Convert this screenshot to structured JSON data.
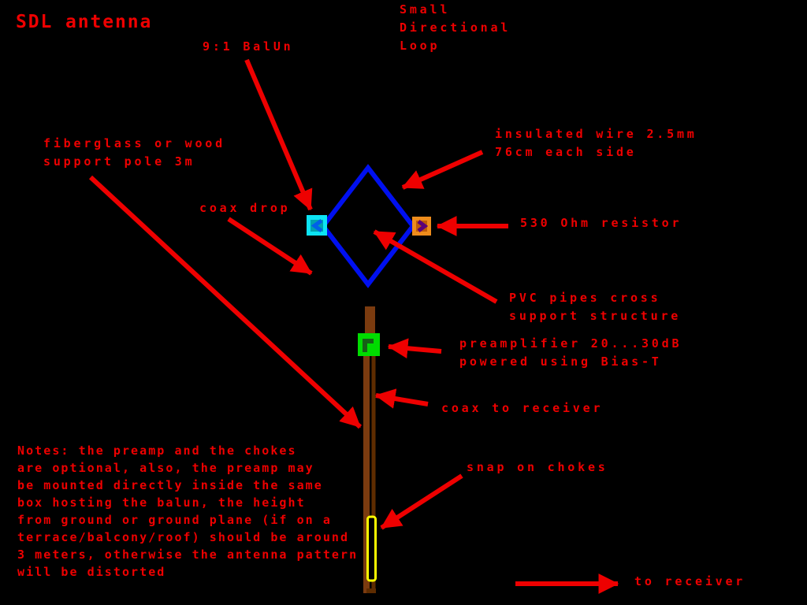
{
  "title": "SDL antenna",
  "subtitle": "Small\nDirectional\nLoop",
  "labels": {
    "balun": "9:1 BalUn",
    "support_pole": "fiberglass or wood\nsupport pole 3m",
    "coax_drop": "coax drop",
    "wire": "insulated wire 2.5mm\n76cm each side",
    "resistor": "530 Ohm resistor",
    "pvc": "PVC pipes cross\nsupport structure",
    "preamp": "preamplifier 20...30dB\npowered using Bias-T",
    "coax_receiver": "coax to receiver",
    "chokes": "snap on chokes",
    "to_receiver": "to receiver"
  },
  "notes": "Notes: the preamp and the chokes\nare optional, also, the preamp may\nbe mounted directly inside the same\nbox hosting the balun, the height\nfrom ground or ground plane (if on a\nterrace/balcony/roof) should be around\n3 meters, otherwise the antenna pattern\nwill be distorted",
  "colors": {
    "background": "#000000",
    "red": "#ee0000",
    "loop_blue": "#0010f0",
    "balun_cyan": "#0ce4f4",
    "balun_teal": "#00a2ae",
    "balun_chevron": "#0060e8",
    "resistor_orange": "#ee8c1c",
    "resistor_inner": "#c05c08",
    "resistor_chevron": "#5c0078",
    "preamp_green": "#00dc00",
    "preamp_glyph": "#176017",
    "pole_brown": "#7b3b0f",
    "coax_brown": "#5e2c00",
    "choke_yellow": "#ffff00"
  }
}
